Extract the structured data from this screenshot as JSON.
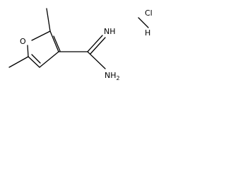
{
  "molecule": {
    "atoms": {
      "ring_oxygen": "O",
      "imine_group": "NH",
      "amine_group": "NH",
      "amine_subscript": "2"
    },
    "salt": {
      "chlorine": "Cl",
      "hydrogen": "H"
    }
  }
}
